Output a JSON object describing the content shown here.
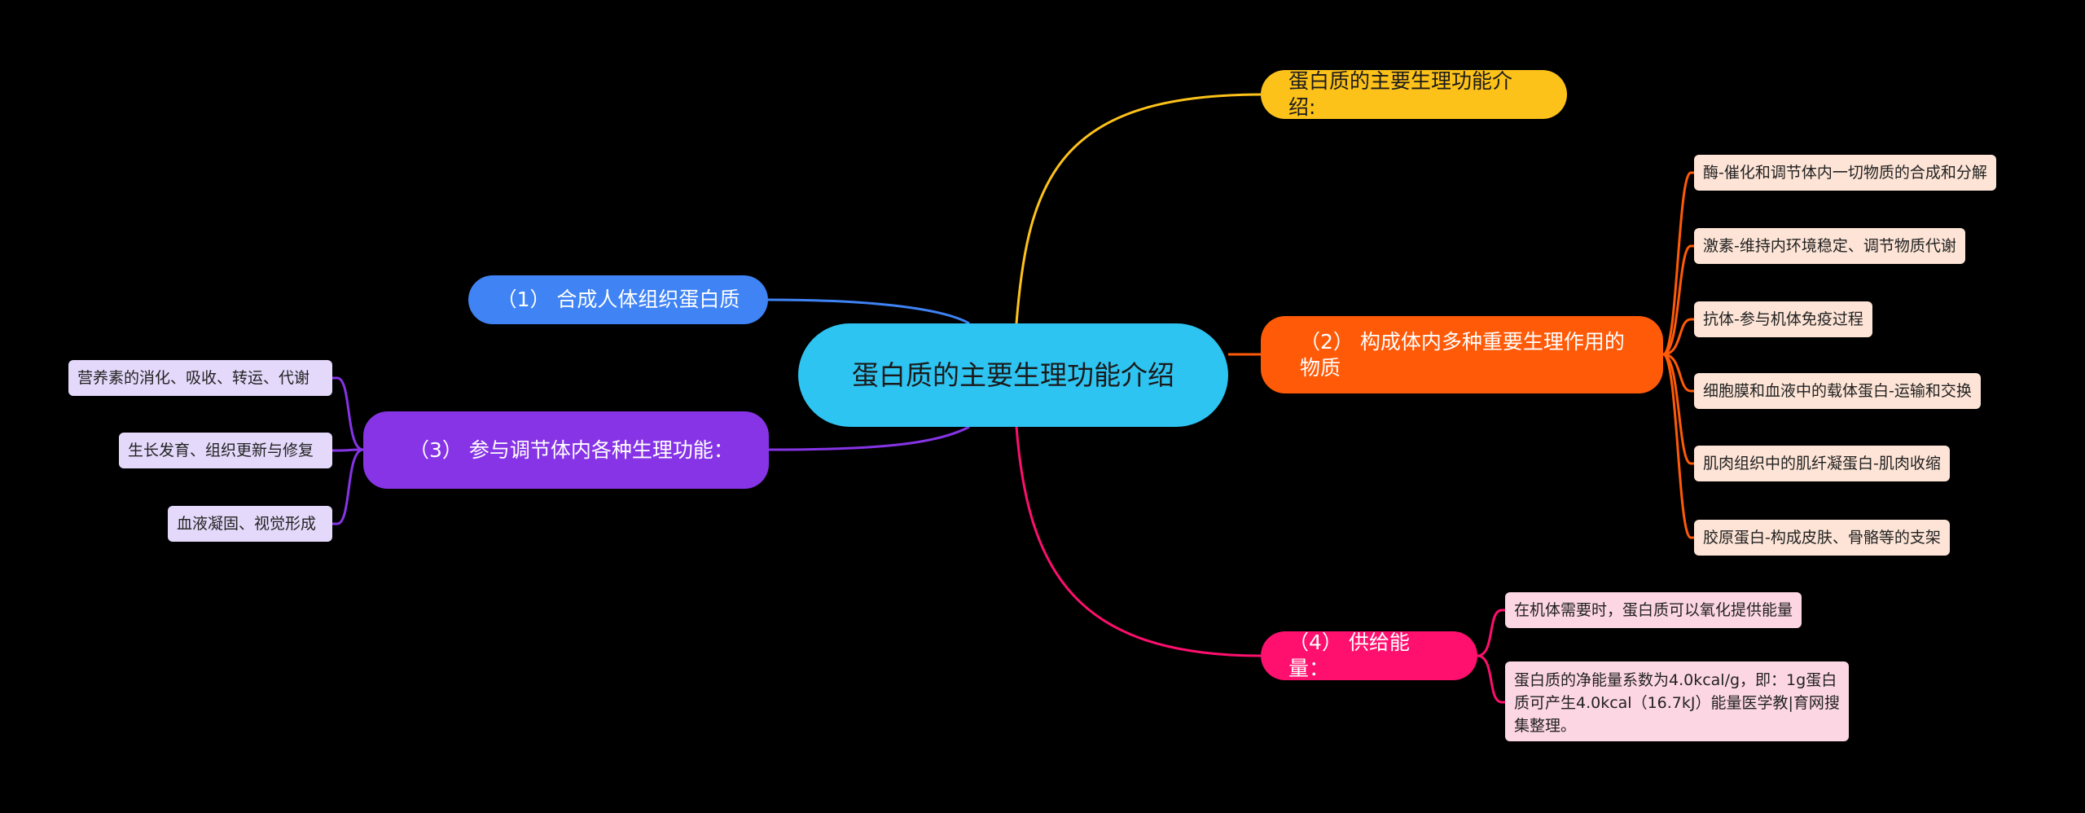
{
  "root": {
    "label": "蛋白质的主要生理功能介绍"
  },
  "branches": {
    "intro": {
      "label": "蛋白质的主要生理功能介绍:"
    },
    "b1": {
      "label": "（1） 合成人体组织蛋白质"
    },
    "b2": {
      "label": "（2） 构成体内多种重要生理作用的物质",
      "children": [
        "酶-催化和调节体内一切物质的合成和分解",
        "激素-维持内环境稳定、调节物质代谢",
        "抗体-参与机体免疫过程",
        "细胞膜和血液中的载体蛋白-运输和交换",
        "肌肉组织中的肌纤凝蛋白-肌肉收缩",
        "胶原蛋白-构成皮肤、骨骼等的支架"
      ]
    },
    "b3": {
      "label": "（3） 参与调节体内各种生理功能：",
      "children": [
        "营养素的消化、吸收、转运、代谢",
        "生长发育、组织更新与修复",
        "血液凝固、视觉形成"
      ]
    },
    "b4": {
      "label": "（4） 供给能量：",
      "children": [
        "在机体需要时，蛋白质可以氧化提供能量",
        "蛋白质的净能量系数为4.0kcal/g，即：1g蛋白质可产生4.0kcal（16.7kJ）能量医学教|育网搜集整理。"
      ]
    }
  },
  "colors": {
    "root": "#2ec4f2",
    "intro": "#fdc21a",
    "b1": "#3f83f4",
    "b2": "#ff5a08",
    "b3": "#8634e6",
    "b4": "#ff0f6e"
  }
}
